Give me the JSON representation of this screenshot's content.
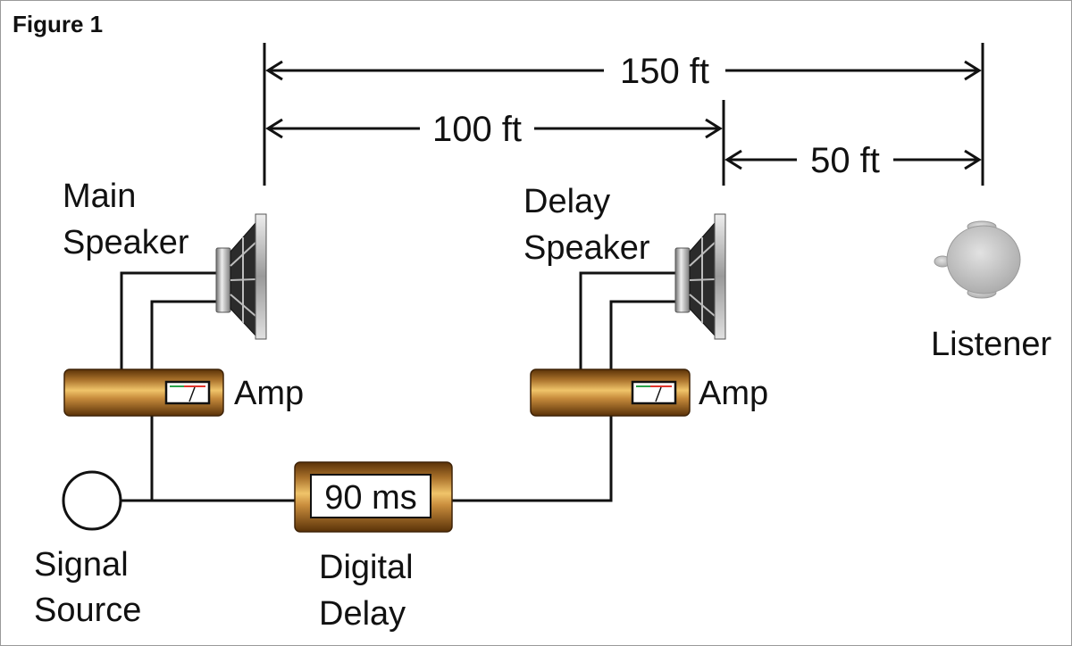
{
  "figure_title": "Figure 1",
  "dimensions": {
    "total": "150 ft",
    "main_to_delay": "100 ft",
    "delay_to_listener": "50 ft"
  },
  "main_speaker": {
    "line1": "Main",
    "line2": "Speaker"
  },
  "delay_speaker": {
    "line1": "Delay",
    "line2": "Speaker"
  },
  "main_amp": {
    "label": "Amp"
  },
  "delay_amp": {
    "label": "Amp"
  },
  "digital_delay": {
    "display": "90 ms",
    "line1": "Digital",
    "line2": "Delay"
  },
  "signal_source": {
    "line1": "Signal",
    "line2": "Source"
  },
  "listener": {
    "label": "Listener"
  },
  "colors": {
    "wire": "#111111",
    "amp_dark": "#6b3f12",
    "amp_light": "#e8b35a",
    "speaker_metal": "#9a9a9a",
    "listener_gray": "#c8c8c8"
  }
}
